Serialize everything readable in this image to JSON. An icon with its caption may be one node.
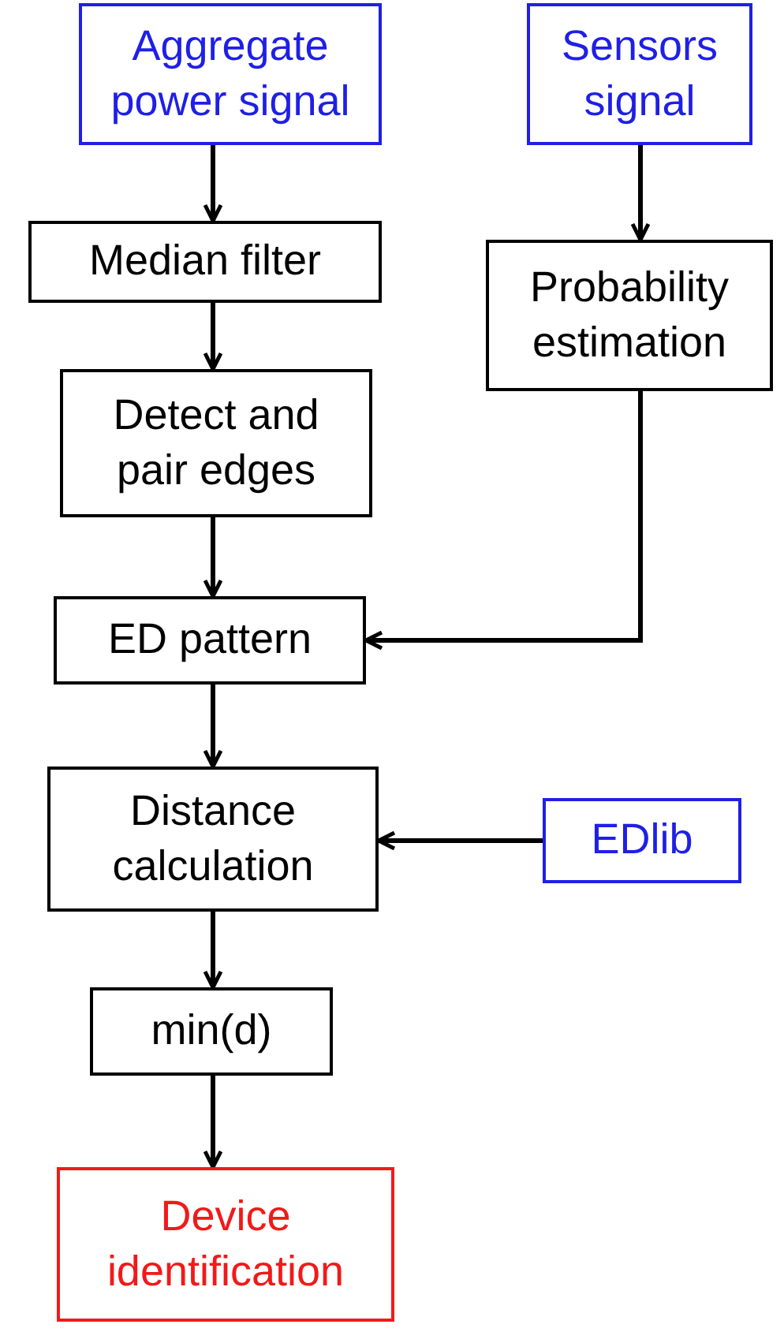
{
  "diagram": {
    "nodes": [
      {
        "text": [
          "Aggregate power signal"
        ]
      },
      {
        "text": [
          "Sensors signal"
        ]
      },
      {
        "text": [
          "Median filter"
        ]
      },
      {
        "text": [
          "Probability estimation"
        ]
      },
      {
        "text": [
          "Detect and pair edges"
        ]
      },
      {
        "text": [
          "ED pattern"
        ]
      },
      {
        "text": [
          "Distance calculation"
        ]
      },
      {
        "text": [
          "EDlib"
        ]
      },
      {
        "text": [
          "min(d)"
        ]
      },
      {
        "text": [
          "Device identification"
        ]
      }
    ],
    "edges": [
      {
        "from": 0,
        "to": 2,
        "arrow": "to"
      },
      {
        "from": 2,
        "to": 4,
        "arrow": "to"
      },
      {
        "from": 4,
        "to": 5,
        "arrow": "to"
      },
      {
        "from": 1,
        "to": 3,
        "arrow": "to"
      },
      {
        "from": 3,
        "to": 5,
        "arrow": "to"
      },
      {
        "from": 5,
        "to": 6,
        "arrow": "to"
      },
      {
        "from": 7,
        "to": 6,
        "arrow": "to"
      },
      {
        "from": 6,
        "to": 8,
        "arrow": "to"
      },
      {
        "from": 8,
        "to": 9,
        "arrow": "to"
      }
    ]
  }
}
